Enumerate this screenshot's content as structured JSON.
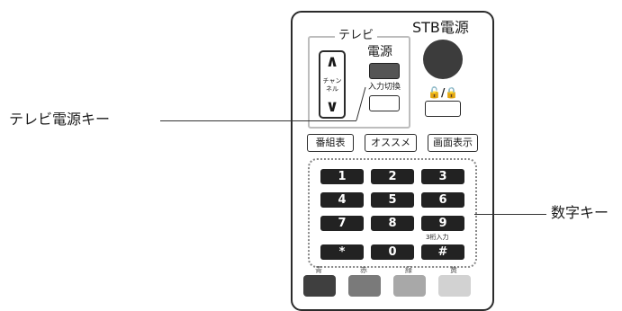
{
  "tv_group": {
    "label": "テレビ",
    "channel_up": "∧",
    "channel_label": "チャンネル",
    "channel_down": "∨",
    "power_label": "電源",
    "input_label": "入力切換"
  },
  "stb": {
    "power_label": "STB電源",
    "lock_label": "🔓/🔒"
  },
  "function_buttons": [
    "番組表",
    "オススメ",
    "画面表示"
  ],
  "number_keys": [
    "1",
    "2",
    "3",
    "4",
    "5",
    "6",
    "7",
    "8",
    "9",
    "*",
    "0",
    "#"
  ],
  "digit_note": "3桁入力",
  "color_keys": [
    {
      "label": "青",
      "color": "#3f3f3f"
    },
    {
      "label": "赤",
      "color": "#7a7a7a"
    },
    {
      "label": "緑",
      "color": "#a8a8a8"
    },
    {
      "label": "黄",
      "color": "#d2d2d2"
    }
  ],
  "callouts": {
    "tv_power": "テレビ電源キー",
    "number_keys": "数字キー"
  }
}
